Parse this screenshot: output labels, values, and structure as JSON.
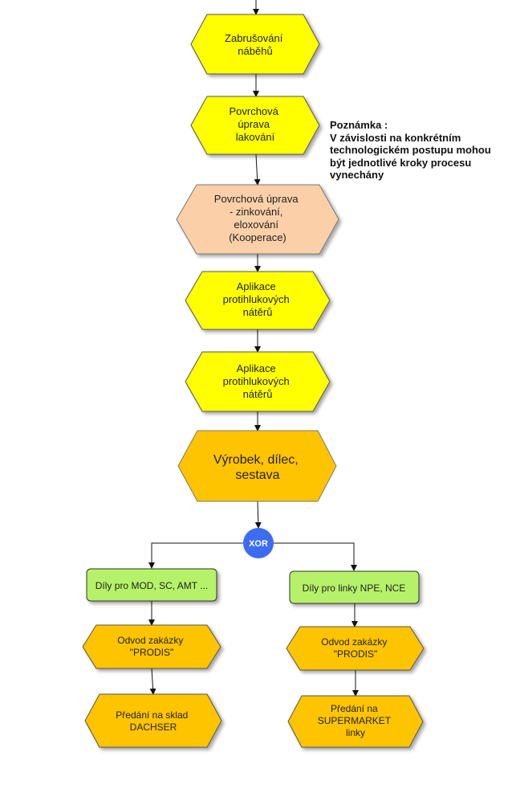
{
  "nodes": {
    "grinding": {
      "lines": [
        "Zabrušování",
        "náběhů"
      ],
      "fill": "#ffff00"
    },
    "painting": {
      "lines": [
        "Povrchová",
        "úprava",
        "lakování"
      ],
      "fill": "#ffff00"
    },
    "galvanizing": {
      "lines": [
        "Povrchová úprava",
        "- zinkování,",
        "eloxování",
        "(Kooperace)"
      ],
      "fill": "#fbd0a8"
    },
    "noise_coating_1": {
      "lines": [
        "Aplikace",
        "protihlukových",
        "nátěrů"
      ],
      "fill": "#ffff00"
    },
    "noise_coating_2": {
      "lines": [
        "Aplikace",
        "protihlukových",
        "nátěrů"
      ],
      "fill": "#ffff00"
    },
    "product": {
      "lines": [
        "Výrobek, dílec,",
        "sestava"
      ],
      "fill": "#ffc400"
    },
    "xor": {
      "label": "XOR",
      "fill": "#3b6cf2"
    },
    "parts_mod": {
      "label": "Díly pro MOD,  SC, AMT  ...",
      "fill": "#b6f16a"
    },
    "parts_npe": {
      "label": "Díly pro linky NPE, NCE",
      "fill": "#b6f16a"
    },
    "order_left": {
      "lines": [
        "Odvod zakázky",
        "\"PRODIS\""
      ],
      "fill": "#ffc400"
    },
    "order_right": {
      "lines": [
        "Odvod zakázky",
        "\"PRODIS\""
      ],
      "fill": "#ffc400"
    },
    "handover_dachser": {
      "lines": [
        "Předání na sklad",
        "DACHSER"
      ],
      "fill": "#ffc400"
    },
    "handover_supermarket": {
      "lines": [
        "Předání na",
        "SUPERMARKET",
        "linky"
      ],
      "fill": "#ffc400"
    }
  },
  "note": {
    "lines": [
      "Poznámka :",
      "V závislosti na konkrétním",
      "technologickém postupu mohou",
      "být jednotlivé kroky procesu",
      "vynechány"
    ]
  }
}
